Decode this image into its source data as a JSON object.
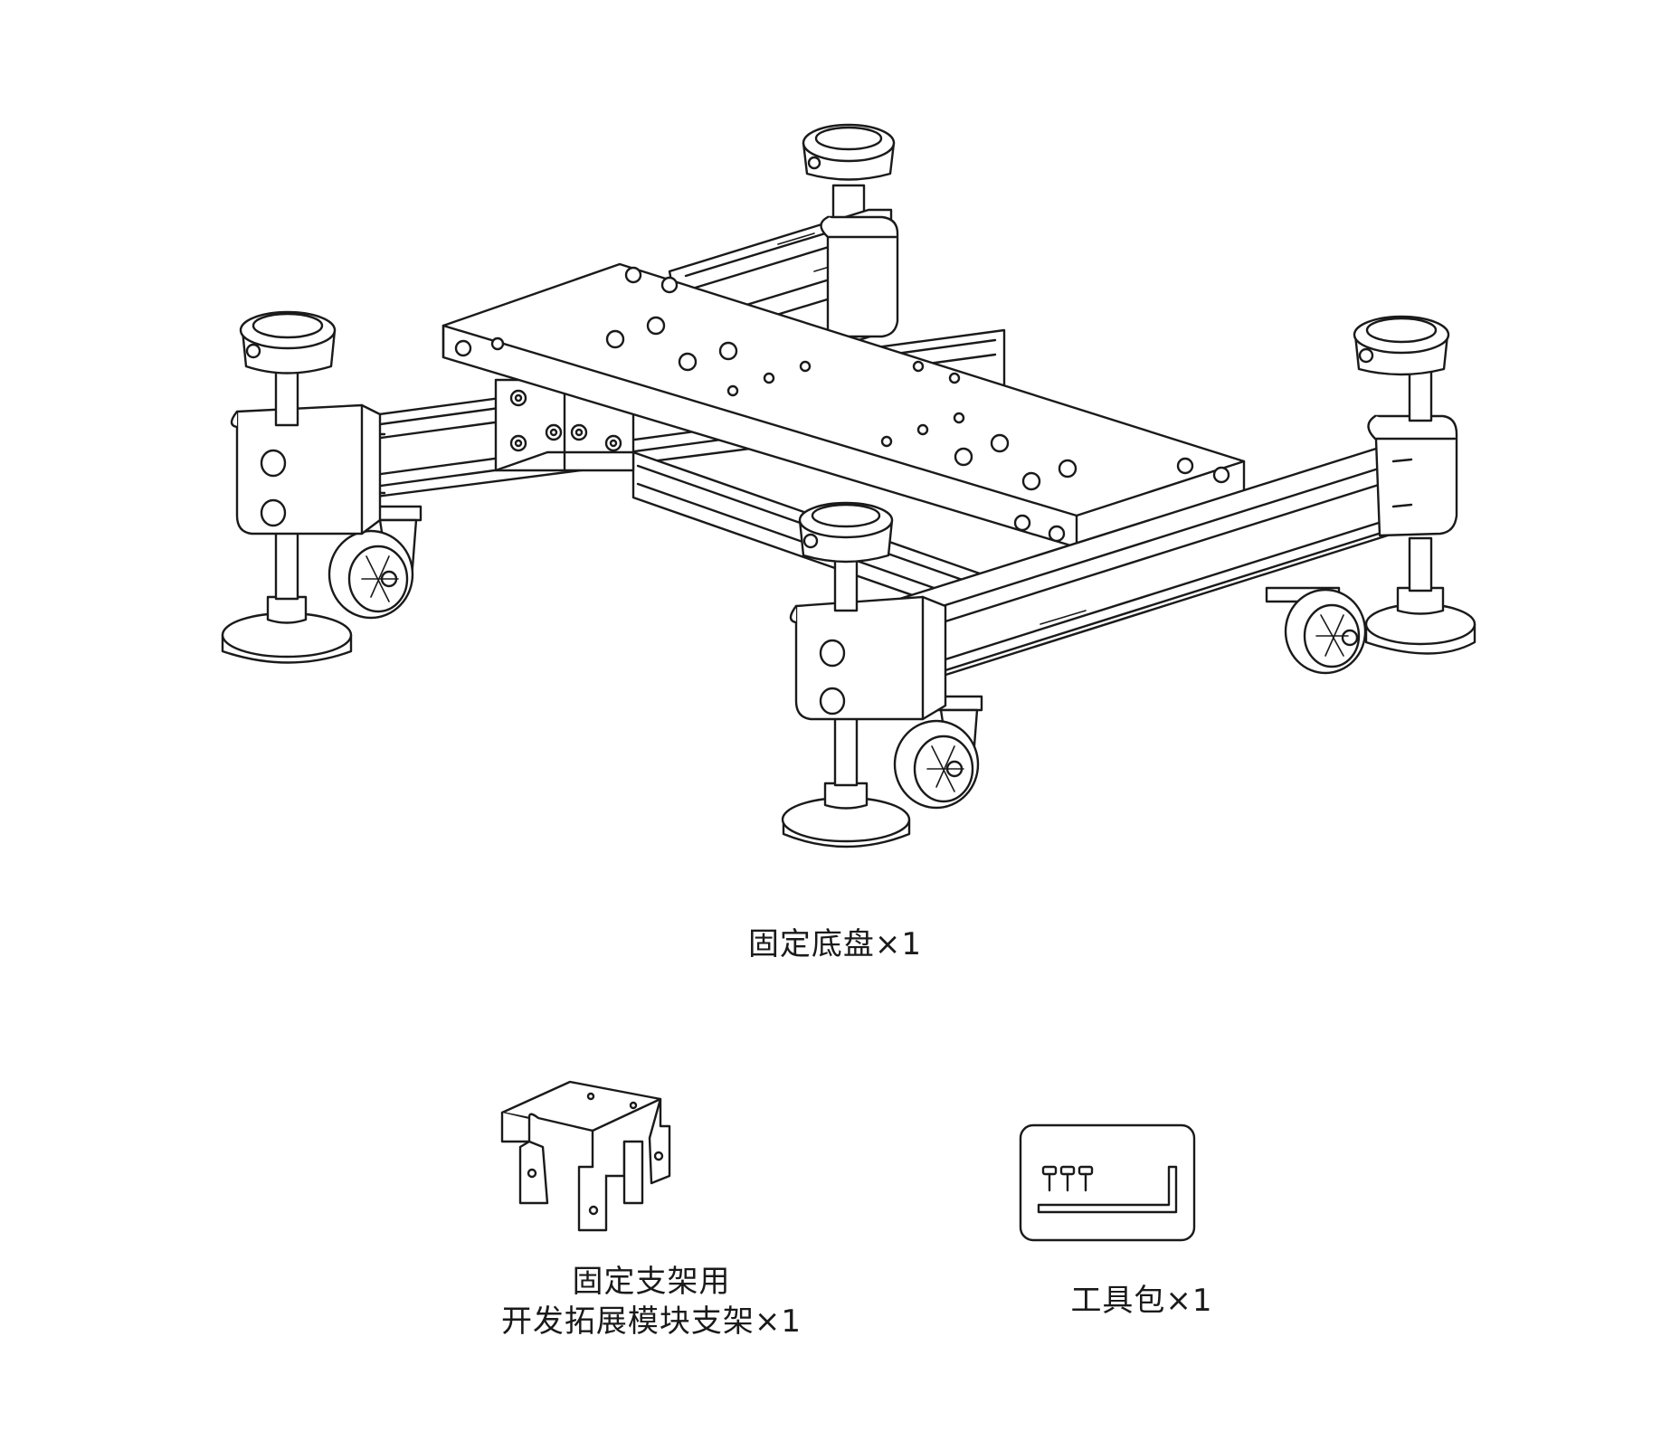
{
  "items": [
    {
      "icon": "chassis-drawing",
      "label_lines": [
        "固定底盘×1"
      ]
    },
    {
      "icon": "bracket-drawing",
      "label_lines": [
        "固定支架用",
        "开发拓展模块支架×1"
      ]
    },
    {
      "icon": "toolkit-drawing",
      "label_lines": [
        "工具包×1"
      ]
    }
  ],
  "colors": {
    "line": "#1a1a1a",
    "fill": "#ffffff"
  }
}
